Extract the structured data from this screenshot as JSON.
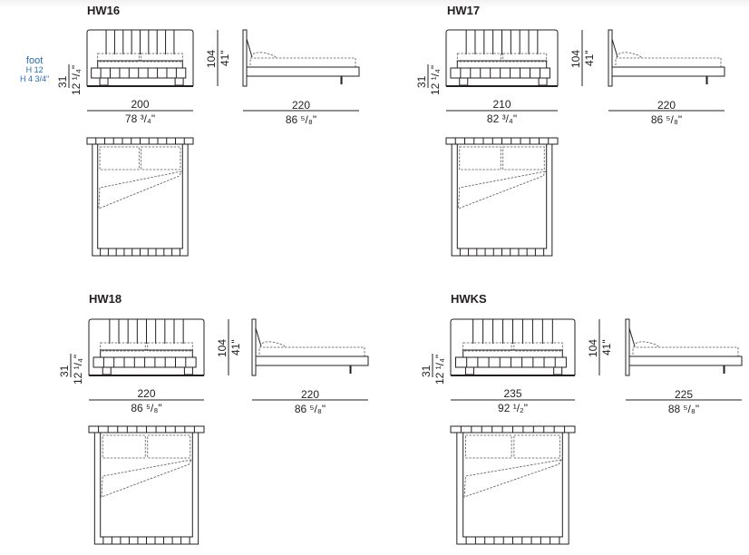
{
  "foot_note": {
    "label": "foot",
    "h_cm": "H 12",
    "h_in": "H 4 3/4\""
  },
  "models": [
    {
      "name": "HW16",
      "width_cm": "200",
      "width_in": "78 ³/₄\"",
      "length_cm": "220",
      "length_in": "86 ⁵/₈\"",
      "height_cm": "104",
      "height_in": "41\"",
      "base_cm": "31",
      "base_in": "12 ¹/₄\""
    },
    {
      "name": "HW17",
      "width_cm": "210",
      "width_in": "82 ³/₄\"",
      "length_cm": "220",
      "length_in": "86 ⁵/₈\"",
      "height_cm": "104",
      "height_in": "41\"",
      "base_cm": "31",
      "base_in": "12 ¹/₄\""
    },
    {
      "name": "HW18",
      "width_cm": "220",
      "width_in": "86 ⁵/₈\"",
      "length_cm": "220",
      "length_in": "86 ⁵/₈\"",
      "height_cm": "104",
      "height_in": "41\"",
      "base_cm": "31",
      "base_in": "12 ¹/₄\""
    },
    {
      "name": "HWKS",
      "width_cm": "235",
      "width_in": "92 ¹/₂\"",
      "length_cm": "225",
      "length_in": "88 ⁵/₈\"",
      "height_cm": "104",
      "height_in": "41\"",
      "base_cm": "31",
      "base_in": "12 ¹/₄\""
    }
  ]
}
